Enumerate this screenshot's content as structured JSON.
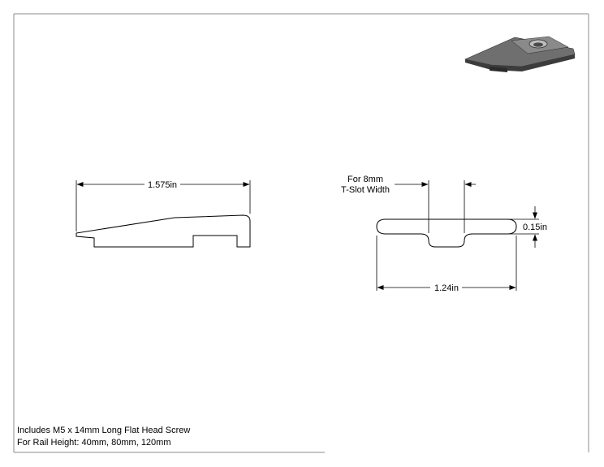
{
  "views": {
    "side": {
      "length_label": "1.575in"
    },
    "end": {
      "slot_label_line1": "For 8mm",
      "slot_label_line2": "T-Slot Width",
      "width_label": "1.24in",
      "thickness_label": "0.15in"
    },
    "iso_view": {
      "colors": {
        "top": "#6f6f6f",
        "side": "#3c3c3c",
        "dark": "#2b2b2b",
        "hole": "#bdbdbd"
      }
    }
  },
  "notes": [
    "Includes M5 x 14mm Long Flat Head Screw",
    "For Rail Height: 40mm, 80mm, 120mm"
  ],
  "colors": {
    "line": "#000000",
    "border": "#8c8c8c",
    "background": "#ffffff"
  }
}
